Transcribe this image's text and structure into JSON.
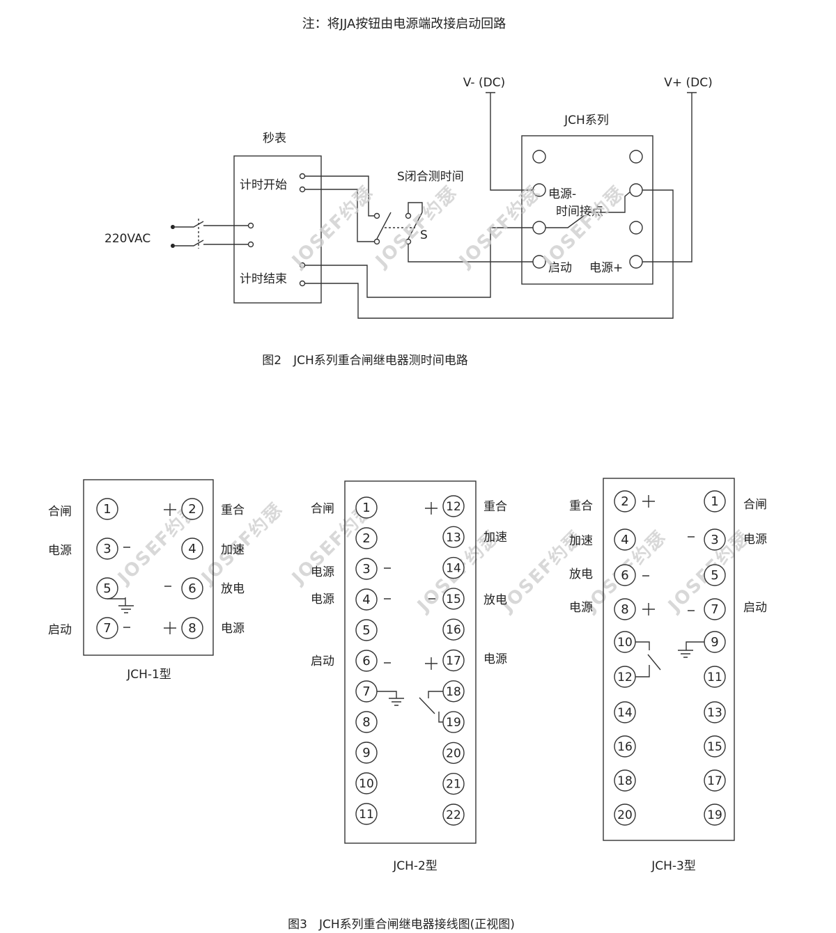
{
  "note": "注：将JJA按钮由电源端改接启动回路",
  "fig2": {
    "caption": "图2　JCH系列重合闸继电器测时间电路",
    "v_minus": "V- (DC)",
    "v_plus": "V+ (DC)",
    "jch_title": "JCH系列",
    "stopwatch_title": "秒表",
    "timer_start": "计时开始",
    "timer_end": "计时结束",
    "ac_label": "220VAC",
    "switch_label": "S闭合测时间",
    "s_label": "S",
    "power_minus": "电源-",
    "time_contact": "时间接点",
    "start": "启动",
    "power_plus": "电源+"
  },
  "fig3": {
    "caption": "图3　JCH系列重合闸继电器接线图(正视图)",
    "jch1": {
      "name": "JCH-1型",
      "left_labels": [
        "合闸",
        "电源",
        "启动"
      ],
      "right_labels": [
        "重合",
        "加速",
        "放电",
        "电源"
      ],
      "left_terms": [
        "1",
        "3",
        "5",
        "7"
      ],
      "right_terms": [
        "2",
        "4",
        "6",
        "8"
      ]
    },
    "jch2": {
      "name": "JCH-2型",
      "left_labels": [
        "合闸",
        "电源",
        "电源",
        "启动"
      ],
      "right_labels": [
        "重合",
        "加速",
        "放电",
        "电源"
      ],
      "left_terms": [
        "1",
        "2",
        "3",
        "4",
        "5",
        "6",
        "7",
        "8",
        "9",
        "10",
        "11"
      ],
      "right_terms": [
        "12",
        "13",
        "14",
        "15",
        "16",
        "17",
        "18",
        "19",
        "20",
        "21",
        "22"
      ]
    },
    "jch3": {
      "name": "JCH-3型",
      "left_labels": [
        "重合",
        "加速",
        "放电",
        "电源"
      ],
      "right_labels": [
        "合闸",
        "电源",
        "启动"
      ],
      "left_terms": [
        "2",
        "4",
        "6",
        "8",
        "10",
        "12",
        "14",
        "16",
        "18",
        "20"
      ],
      "right_terms": [
        "1",
        "3",
        "5",
        "7",
        "9",
        "11",
        "13",
        "15",
        "17",
        "19"
      ]
    }
  },
  "watermark": "JOSEF约瑟"
}
